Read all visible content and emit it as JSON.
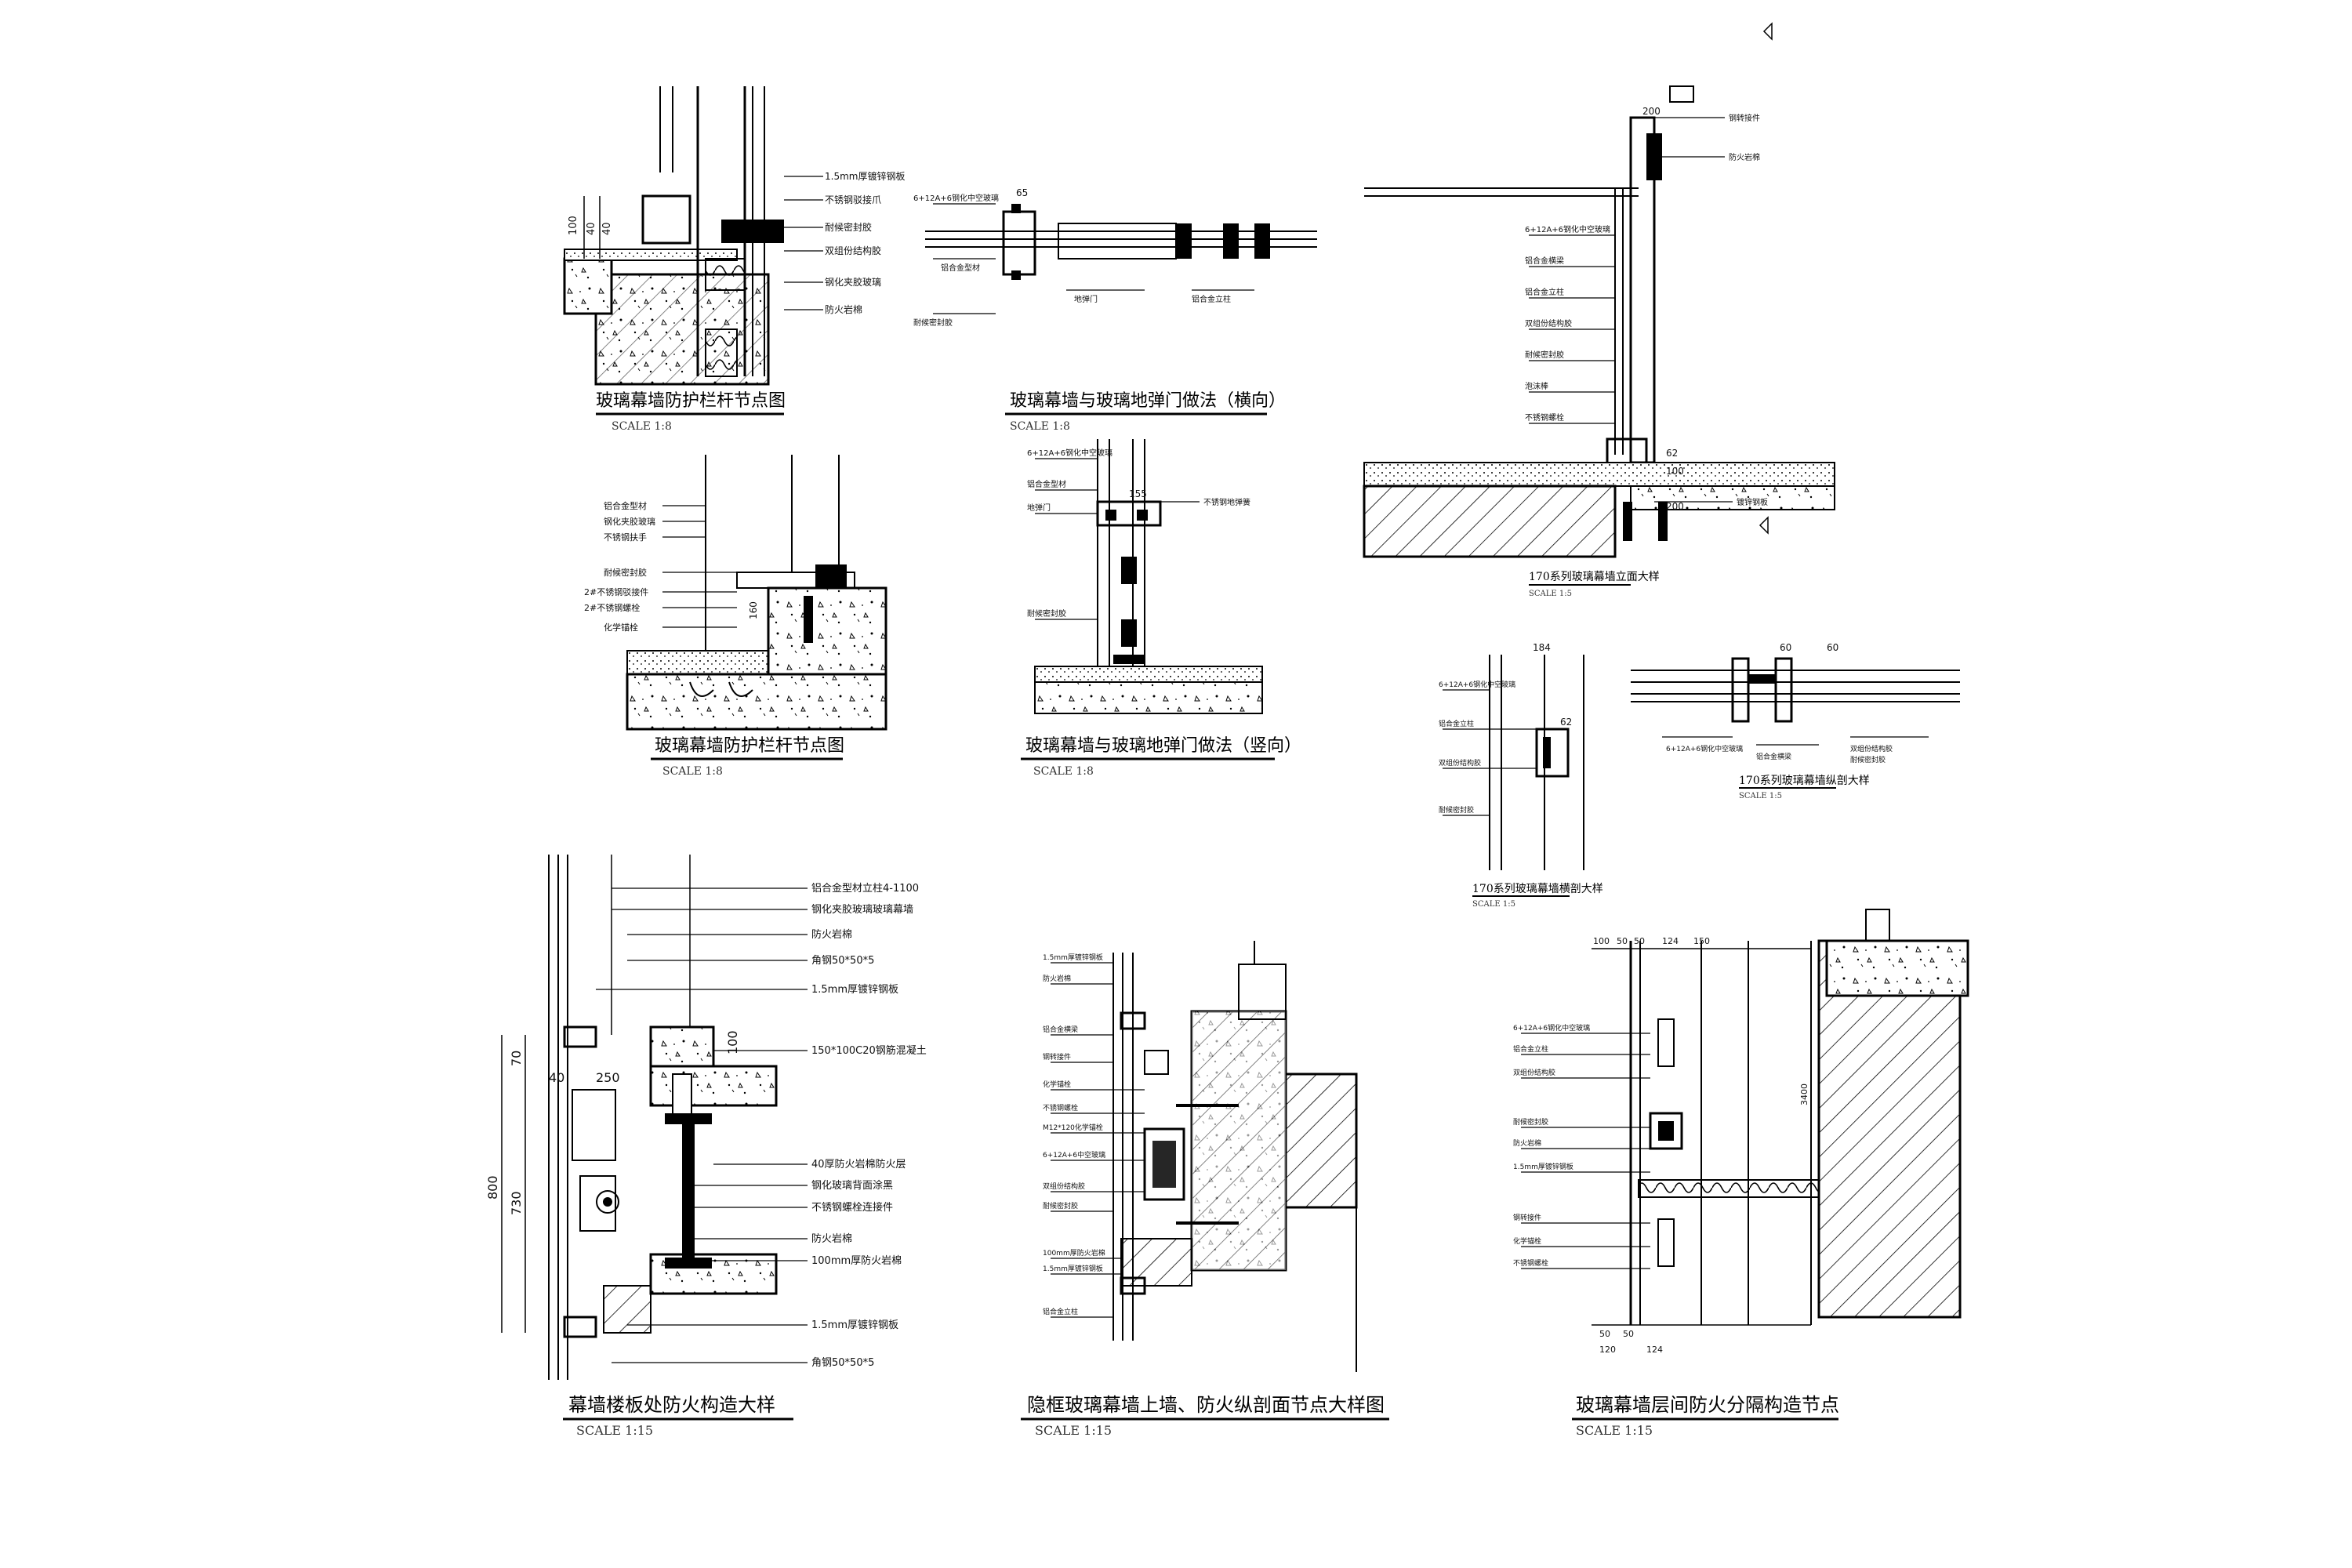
{
  "drawing_sheet": {
    "details": [
      {
        "id": "d1",
        "title": "玻璃幕墙防护栏杆节点图",
        "scale": "SCALE 1:8",
        "notes": [
          "1.5mm厚镀锌钢板",
          "不锈钢驳接爪",
          "耐候密封胶",
          "双组份结构胶",
          "钢化夹胶玻璃",
          "防火岩棉"
        ],
        "dims": [
          "100",
          "40",
          "40"
        ]
      },
      {
        "id": "d2",
        "title": "玻璃幕墙与玻璃地弹门做法（横向）",
        "scale": "SCALE 1:8",
        "notes": [
          "6+12A+6钢化中空玻璃",
          "铝合金型材",
          "地弹门",
          "铝合金立柱",
          "耐候密封胶"
        ],
        "dims": [
          "65"
        ]
      },
      {
        "id": "d3",
        "title": "170系列玻璃幕墙立面大样",
        "scale": "SCALE 1:5",
        "notes": [
          "6+12A+6钢化中空玻璃",
          "铝合金横梁",
          "铝合金立柱",
          "双组份结构胶",
          "耐候密封胶",
          "泡沫棒",
          "不锈钢螺栓",
          "钢转接件",
          "防火岩棉",
          "镀锌钢板"
        ],
        "dims": [
          "200",
          "62",
          "100",
          "200"
        ]
      },
      {
        "id": "d4",
        "title": "玻璃幕墙防护栏杆节点图",
        "scale": "SCALE 1:8",
        "notes": [
          "铝合金型材",
          "钢化夹胶玻璃",
          "不锈钢扶手",
          "耐候密封胶",
          "2#不锈钢驳接件",
          "2#不锈钢螺栓",
          "化学锚栓"
        ],
        "dims": [
          "160"
        ]
      },
      {
        "id": "d5",
        "title": "玻璃幕墙与玻璃地弹门做法（竖向）",
        "scale": "SCALE 1:8",
        "notes": [
          "6+12A+6钢化中空玻璃",
          "铝合金型材",
          "地弹门",
          "耐候密封胶",
          "不锈钢地弹簧"
        ],
        "dims": [
          "155"
        ]
      },
      {
        "id": "d6",
        "title": "170系列玻璃幕墙横剖大样",
        "scale": "SCALE 1:5",
        "notes": [
          "6+12A+6钢化中空玻璃",
          "铝合金立柱",
          "双组份结构胶",
          "耐候密封胶"
        ],
        "dims": [
          "184",
          "62"
        ]
      },
      {
        "id": "d7",
        "title": "170系列玻璃幕墙纵剖大样",
        "scale": "SCALE 1:5",
        "notes": [
          "6+12A+6钢化中空玻璃",
          "铝合金横梁",
          "双组份结构胶",
          "耐候密封胶"
        ],
        "dims": [
          "60",
          "60"
        ]
      },
      {
        "id": "d8",
        "title": "幕墙楼板处防火构造大样",
        "scale": "SCALE 1:15",
        "notes": [
          "铝合金型材立柱4-1100",
          "钢化夹胶玻璃玻璃幕墙",
          "防火岩棉",
          "角钢50*50*5",
          "1.5mm厚镀锌钢板",
          "150*100C20钢筋混凝土",
          "40厚防火岩棉防火层",
          "钢化玻璃背面涂黑",
          "不锈钢螺栓连接件",
          "防火岩棉",
          "100mm厚防火岩棉",
          "1.5mm厚镀锌钢板",
          "角钢50*50*5"
        ],
        "dims": [
          "70",
          "40",
          "250",
          "100",
          "800",
          "730"
        ]
      },
      {
        "id": "d9",
        "title": "隐框玻璃幕墙上墙、防火纵剖面节点大样图",
        "scale": "SCALE 1:15",
        "notes": [
          "1.5mm厚镀锌钢板",
          "防火岩棉",
          "铝合金横梁",
          "钢转接件",
          "化学锚栓",
          "不锈钢螺栓",
          "M12*120化学锚栓",
          "6+12A+6中空玻璃",
          "双组份结构胶",
          "耐候密封胶",
          "100mm厚防火岩棉",
          "1.5mm厚镀锌钢板",
          "铝合金立柱"
        ],
        "dims": []
      },
      {
        "id": "d10",
        "title": "玻璃幕墙层间防火分隔构造节点",
        "scale": "SCALE 1:15",
        "notes": [
          "6+12A+6钢化中空玻璃",
          "铝合金立柱",
          "双组份结构胶",
          "耐候密封胶",
          "防火岩棉",
          "1.5mm厚镀锌钢板",
          "钢转接件",
          "化学锚栓",
          "不锈钢螺栓"
        ],
        "dims": [
          "100",
          "50",
          "50",
          "124",
          "150",
          "3400",
          "50",
          "50",
          "120",
          "124"
        ]
      }
    ]
  }
}
